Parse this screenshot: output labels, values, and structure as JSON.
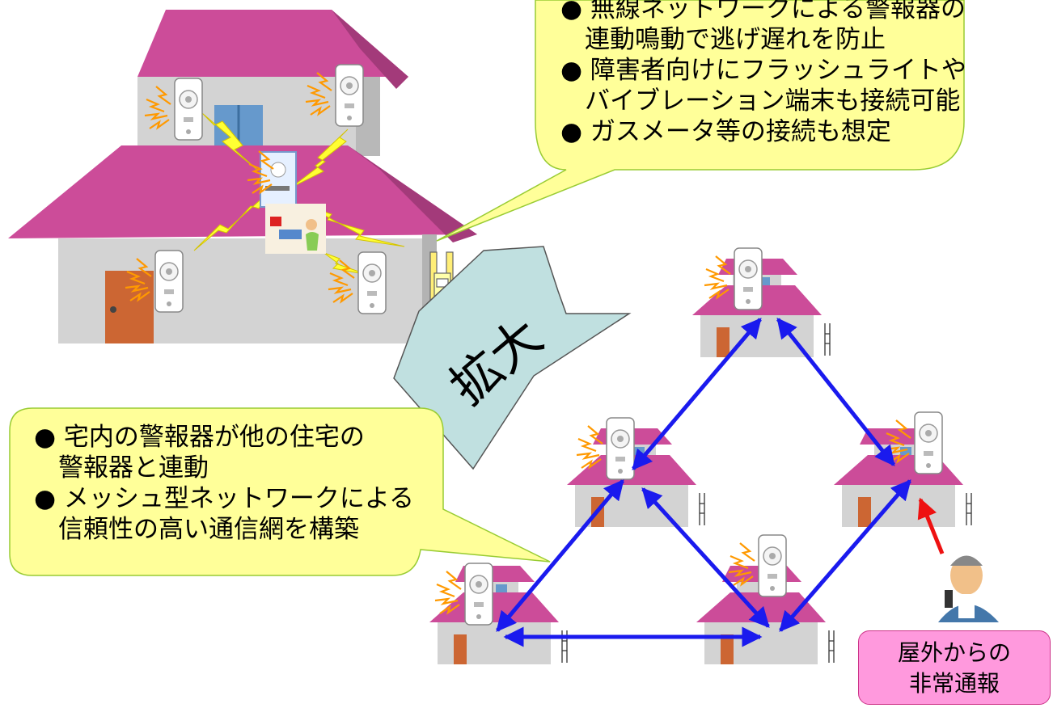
{
  "callout_top": {
    "lines": [
      "● 無線ネットワークによる警報器の",
      "連動鳴動で逃げ遅れを防止",
      "● 障害者向けにフラッシュライトや",
      "バイブレーション端末も接続可能",
      "● ガスメータ等の接続も想定"
    ]
  },
  "callout_left": {
    "lines": [
      "● 宅内の警報器が他の住宅の",
      "警報器と連動",
      "● メッシュ型ネットワークによる",
      "信頼性の高い通信網を構築"
    ]
  },
  "magnify_label": "拡大",
  "emergency_label": [
    "屋外からの",
    "非常通報"
  ],
  "colors": {
    "roof": "#cc4c99",
    "wall": "#d0d0d0",
    "callout_fill": "#ffff99",
    "arrow_blue": "#1a1aee",
    "arrow_red": "#ee1111",
    "magnify_fill": "#c0e0e0",
    "lightning": "#ffff33",
    "door": "#cc6633"
  }
}
